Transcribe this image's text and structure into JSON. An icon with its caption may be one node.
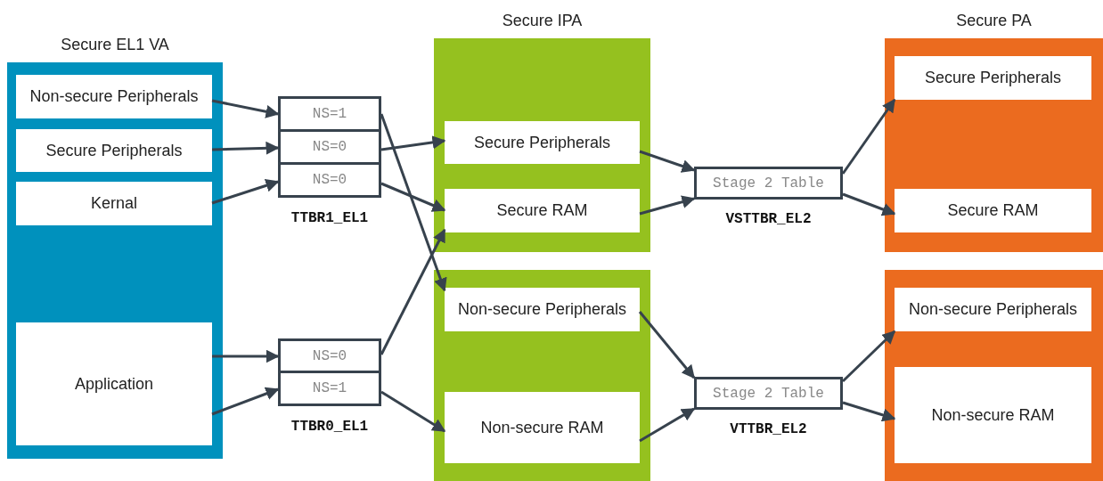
{
  "diagram": {
    "nodes": [
      {
        "text": [
          "Secure EL1 VA"
        ]
      },
      {
        "text": [
          "Non-secure Peripherals"
        ],
        "in": 0
      },
      {
        "text": [
          "Secure Peripherals"
        ],
        "in": 0
      },
      {
        "text": [
          "Kernal"
        ],
        "in": 0
      },
      {
        "text": [
          "Application"
        ],
        "in": 0
      },
      {
        "text": [
          "TTBR1_EL1"
        ]
      },
      {
        "text": [
          "NS=1"
        ],
        "in": 5
      },
      {
        "text": [
          "NS=0"
        ],
        "in": 5
      },
      {
        "text": [
          "NS=0"
        ],
        "in": 5
      },
      {
        "text": [
          "TTBR0_EL1"
        ]
      },
      {
        "text": [
          "NS=0"
        ],
        "in": 9
      },
      {
        "text": [
          "NS=1"
        ],
        "in": 9
      },
      {
        "text": [
          "Secure IPA"
        ]
      },
      {
        "text": [
          "Secure Peripherals"
        ],
        "in": 12
      },
      {
        "text": [
          "Secure RAM"
        ],
        "in": 12
      },
      {
        "text": [],
        "shape": "box"
      },
      {
        "text": [
          "Non-secure Peripherals"
        ],
        "in": 15
      },
      {
        "text": [
          "Non-secure RAM"
        ],
        "in": 15
      },
      {
        "text": [
          "Stage 2 Table"
        ],
        "beside": [
          "VSTTBR_EL2"
        ]
      },
      {
        "text": [
          "Stage 2 Table"
        ],
        "beside": [
          "VTTBR_EL2"
        ]
      },
      {
        "text": [
          "Secure PA"
        ]
      },
      {
        "text": [
          "Secure Peripherals"
        ],
        "in": 20
      },
      {
        "text": [
          "Secure RAM"
        ],
        "in": 20
      },
      {
        "text": [],
        "shape": "box"
      },
      {
        "text": [
          "Non-secure Peripherals"
        ],
        "in": 23
      },
      {
        "text": [
          "Non-secure RAM"
        ],
        "in": 23
      }
    ],
    "edges": [
      {
        "from": 1,
        "to": 6,
        "arrow": "to"
      },
      {
        "from": 2,
        "to": 7,
        "arrow": "to"
      },
      {
        "from": 3,
        "to": 8,
        "arrow": "to"
      },
      {
        "from": 4,
        "to": 10,
        "arrow": "to"
      },
      {
        "from": 4,
        "to": 11,
        "arrow": "to"
      },
      {
        "from": 6,
        "to": 16,
        "arrow": "to"
      },
      {
        "from": 7,
        "to": 13,
        "arrow": "to"
      },
      {
        "from": 8,
        "to": 14,
        "arrow": "to"
      },
      {
        "from": 10,
        "to": 14,
        "arrow": "to"
      },
      {
        "from": 11,
        "to": 17,
        "arrow": "to"
      },
      {
        "from": 13,
        "to": 18,
        "arrow": "to"
      },
      {
        "from": 14,
        "to": 18,
        "arrow": "to"
      },
      {
        "from": 16,
        "to": 19,
        "arrow": "to"
      },
      {
        "from": 17,
        "to": 19,
        "arrow": "to"
      },
      {
        "from": 18,
        "to": 21,
        "arrow": "to"
      },
      {
        "from": 18,
        "to": 22,
        "arrow": "to"
      },
      {
        "from": 19,
        "to": 24,
        "arrow": "to"
      },
      {
        "from": 19,
        "to": 25,
        "arrow": "to"
      }
    ]
  }
}
